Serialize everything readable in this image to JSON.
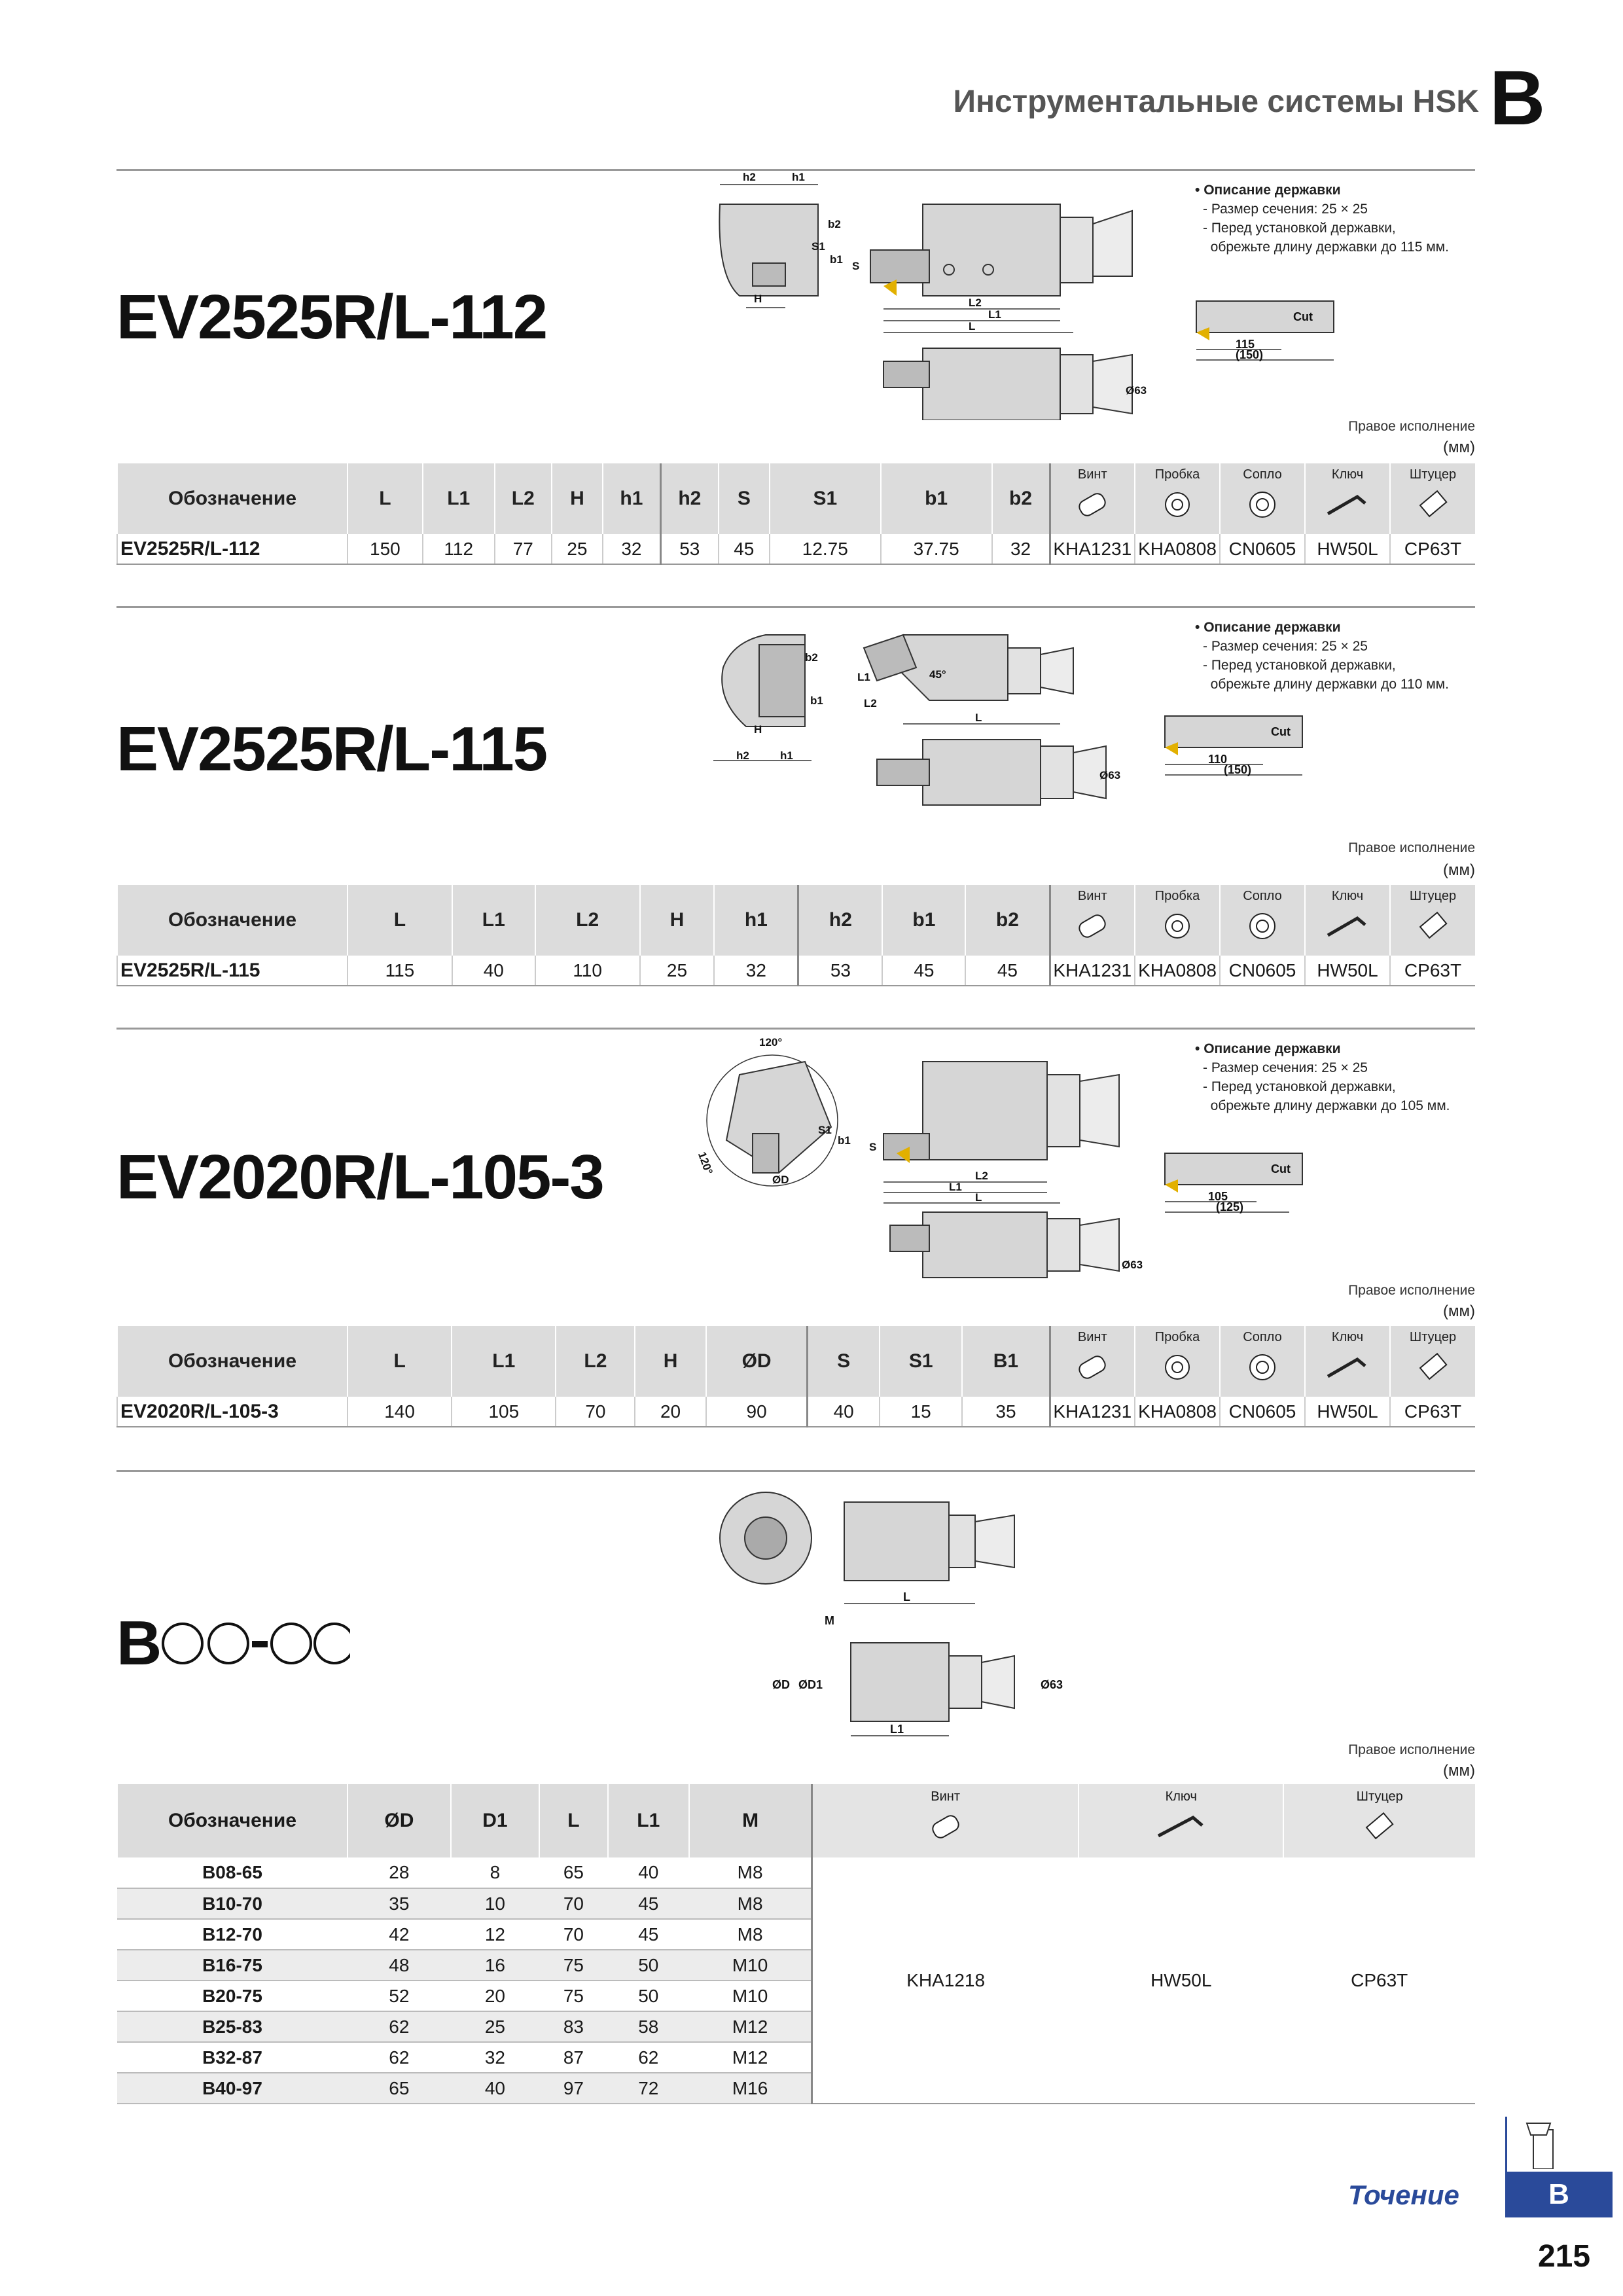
{
  "header": {
    "title": "Инструментальные системы HSK",
    "letter": "B"
  },
  "common": {
    "desc_head": "Описание державки",
    "desc_size": "Размер сечения: 25 × 25",
    "desc_cut1": "Перед установкой державки,",
    "variant": "Правое исполнение",
    "unit": "(мм)",
    "designation_label": "Обозначение",
    "acc_screw": "Винт",
    "acc_plug": "Пробка",
    "acc_nozzle": "Сопло",
    "acc_key": "Ключ",
    "acc_fitting": "Штуцер",
    "cut": "Cut",
    "dia63": "Ø63"
  },
  "s1": {
    "title": "EV2525R/L-112",
    "desc_cut2": "обрежьте длину державки до 115 мм.",
    "dim_main": "115",
    "dim_sub": "(150)",
    "headers": [
      "L",
      "L1",
      "L2",
      "H",
      "h1",
      "h2",
      "S",
      "S1",
      "b1",
      "b2"
    ],
    "row": {
      "name": "EV2525R/L-112",
      "values": [
        "150",
        "112",
        "77",
        "25",
        "32",
        "53",
        "45",
        "12.75",
        "37.75",
        "32"
      ],
      "acc": [
        "KHA1231",
        "KHA0808",
        "CN0605",
        "HW50L",
        "CP63T"
      ]
    },
    "labels": {
      "h2": "h2",
      "h1": "h1",
      "b2": "b2",
      "S1": "S1",
      "b1": "b1",
      "S": "S",
      "H": "H",
      "L2": "L2",
      "L1": "L1",
      "L": "L"
    }
  },
  "s2": {
    "title": "EV2525R/L-115",
    "desc_cut2": "обрежьте длину державки до 110 мм.",
    "dim_main": "110",
    "dim_sub": "(150)",
    "headers": [
      "L",
      "L1",
      "L2",
      "H",
      "h1",
      "h2",
      "b1",
      "b2"
    ],
    "row": {
      "name": "EV2525R/L-115",
      "values": [
        "115",
        "40",
        "110",
        "25",
        "32",
        "53",
        "45",
        "45"
      ],
      "acc": [
        "KHA1231",
        "KHA0808",
        "CN0605",
        "HW50L",
        "CP63T"
      ]
    },
    "labels": {
      "b2": "b2",
      "b1": "b1",
      "H": "H",
      "h2": "h2",
      "h1": "h1",
      "L1": "L1",
      "L2": "L2",
      "L": "L",
      "a45": "45°"
    }
  },
  "s3": {
    "title": "EV2020R/L-105-3",
    "desc_cut2": "обрежьте длину державки до 105 мм.",
    "dim_main": "105",
    "dim_sub": "(125)",
    "headers": [
      "L",
      "L1",
      "L2",
      "H",
      "ØD",
      "S",
      "S1",
      "B1"
    ],
    "row": {
      "name": "EV2020R/L-105-3",
      "values": [
        "140",
        "105",
        "70",
        "20",
        "90",
        "40",
        "15",
        "35"
      ],
      "acc": [
        "KHA1231",
        "KHA0808",
        "CN0605",
        "HW50L",
        "CP63T"
      ]
    },
    "labels": {
      "a120a": "120°",
      "a120b": "120°",
      "S1": "S1",
      "b1": "b1",
      "S": "S",
      "L2": "L2",
      "L1": "L1",
      "L": "L",
      "D": "ØD"
    }
  },
  "s4": {
    "title_prefix": "B",
    "headers": [
      "ØD",
      "D1",
      "L",
      "L1",
      "M"
    ],
    "acc_headers": [
      "Винт",
      "Ключ",
      "Штуцер"
    ],
    "acc_values": [
      "KHA1218",
      "HW50L",
      "CP63T"
    ],
    "rows": [
      {
        "name": "B08-65",
        "values": [
          "28",
          "8",
          "65",
          "40",
          "M8"
        ]
      },
      {
        "name": "B10-70",
        "values": [
          "35",
          "10",
          "70",
          "45",
          "M8"
        ]
      },
      {
        "name": "B12-70",
        "values": [
          "42",
          "12",
          "70",
          "45",
          "M8"
        ]
      },
      {
        "name": "B16-75",
        "values": [
          "48",
          "16",
          "75",
          "50",
          "M10"
        ]
      },
      {
        "name": "B20-75",
        "values": [
          "52",
          "20",
          "75",
          "50",
          "M10"
        ]
      },
      {
        "name": "B25-83",
        "values": [
          "62",
          "25",
          "83",
          "58",
          "M12"
        ]
      },
      {
        "name": "B32-87",
        "values": [
          "62",
          "32",
          "87",
          "62",
          "M12"
        ]
      },
      {
        "name": "B40-97",
        "values": [
          "65",
          "40",
          "97",
          "72",
          "M16"
        ]
      }
    ],
    "labels": {
      "L": "L",
      "M": "M",
      "D": "ØD",
      "D1": "ØD1",
      "L1": "L1"
    }
  },
  "footer": {
    "section": "Точение",
    "letter": "B",
    "page": "215"
  }
}
